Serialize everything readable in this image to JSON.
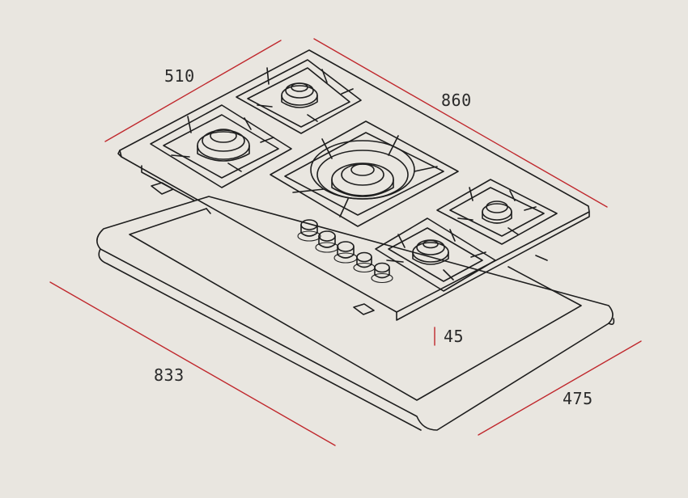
{
  "dimensions": {
    "width_top": "510",
    "length_top": "860",
    "height": "45",
    "cutout_length": "833",
    "cutout_width": "475"
  },
  "colors": {
    "background": "#e9e6e0",
    "dimension_line": "#c0282d",
    "drawing_line": "#1e1e1e",
    "label_text": "#2a2a2a"
  },
  "burners": [
    {
      "name": "rear-left-burner",
      "size": "medium"
    },
    {
      "name": "front-left-burner",
      "size": "large"
    },
    {
      "name": "center-wok-burner",
      "size": "wok"
    },
    {
      "name": "rear-right-burner",
      "size": "small"
    },
    {
      "name": "front-right-burner",
      "size": "medium"
    }
  ],
  "knob_count": 5
}
